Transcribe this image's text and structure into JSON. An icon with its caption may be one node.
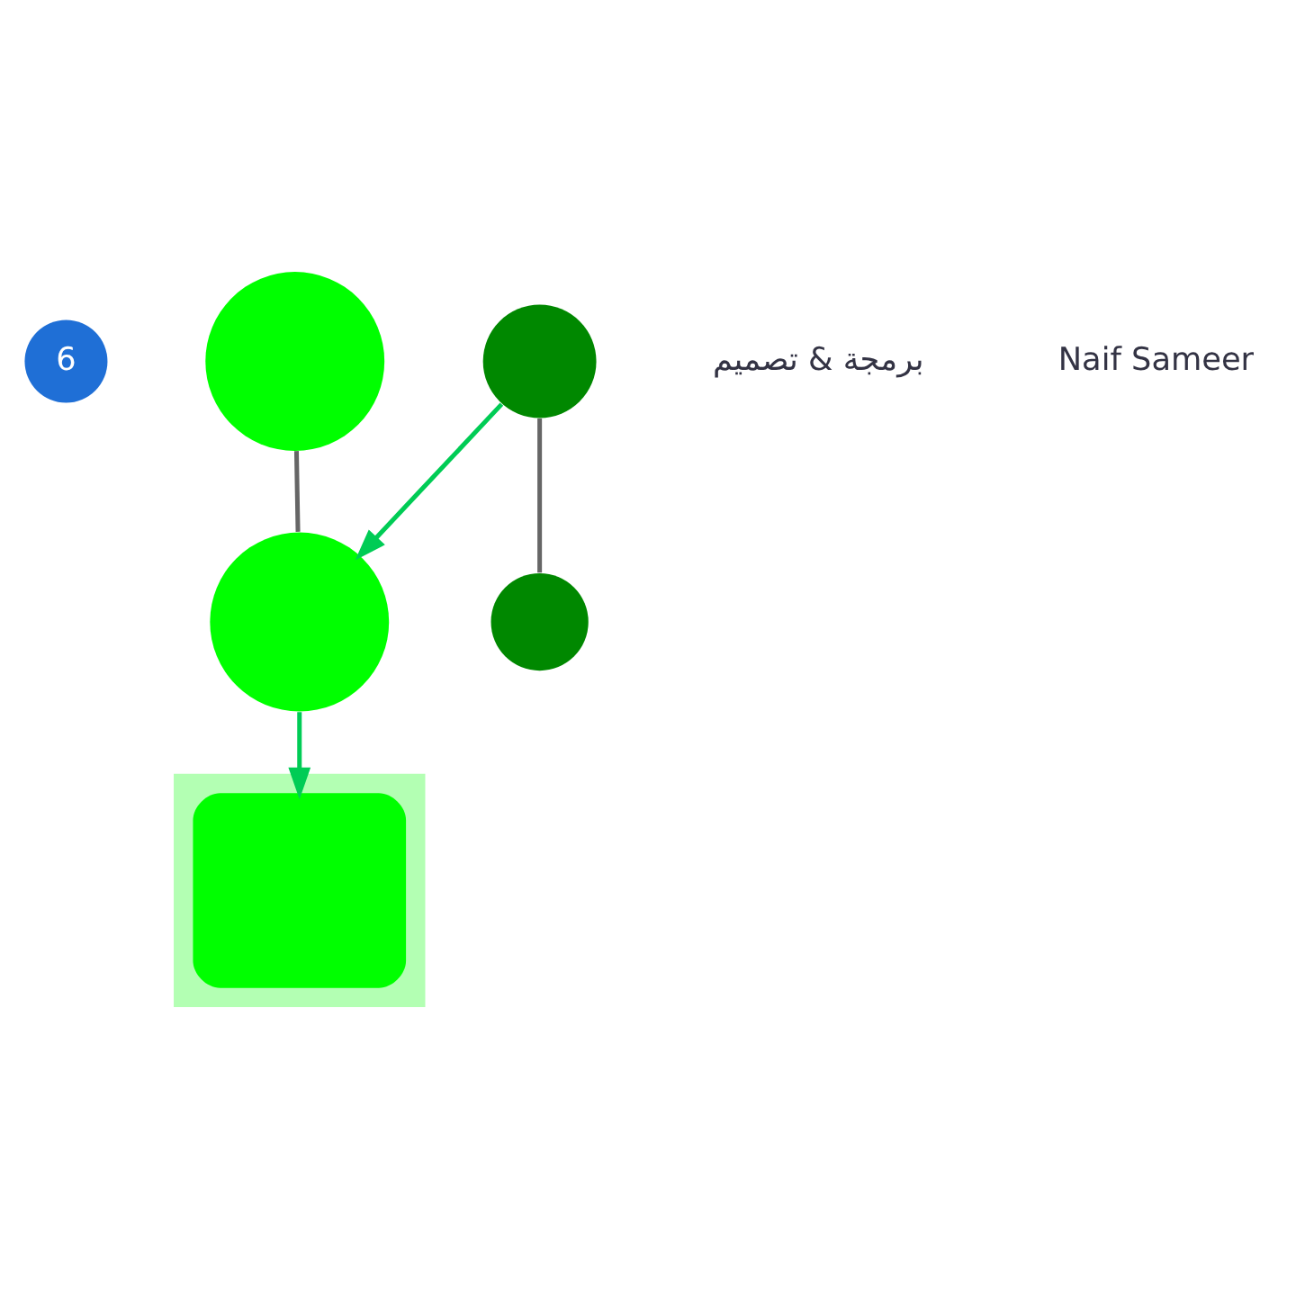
{
  "diagram": {
    "nodes": [
      {
        "text": [
          "6"
        ]
      },
      {
        "text": [],
        "shape": "circle"
      },
      {
        "text": [],
        "shape": "circle"
      },
      {
        "text": [],
        "shape": "circle"
      },
      {
        "text": [],
        "shape": "circle"
      },
      {
        "text": [],
        "shape": "box"
      },
      {
        "text": [],
        "shape": "box",
        "in": 5
      }
    ],
    "edges": [
      {
        "from": 1,
        "to": 3,
        "arrow": "none",
        "color": "#666666"
      },
      {
        "from": 2,
        "to": 4,
        "arrow": "none",
        "color": "#666666"
      },
      {
        "from": 2,
        "to": 3,
        "arrow": "to",
        "color": "#00cc55"
      },
      {
        "from": 3,
        "to": 6,
        "arrow": "to",
        "color": "#00cc55"
      }
    ],
    "labels": [
      "برمجة & تصميم",
      "Naif Sameer"
    ]
  }
}
